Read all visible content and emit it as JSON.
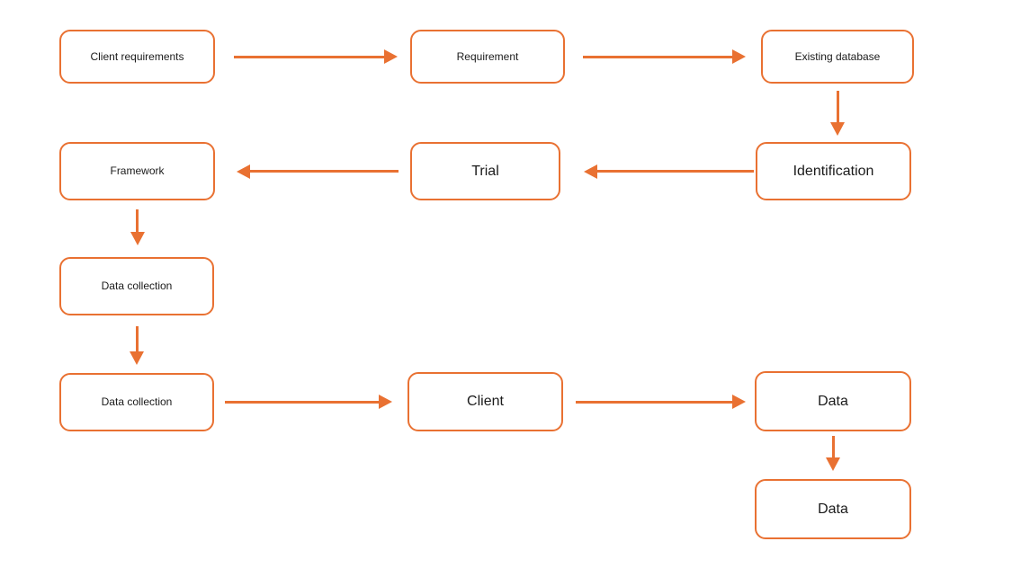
{
  "diagram": {
    "type": "flowchart",
    "background_color": "#ffffff",
    "accent_color": "#E97132",
    "text_color": "#1b1b1b",
    "nodes": [
      {
        "id": "client-requirements",
        "label": "Client requirements"
      },
      {
        "id": "requirement",
        "label": "Requirement"
      },
      {
        "id": "existing-database",
        "label": "Existing database"
      },
      {
        "id": "framework",
        "label": "Framework"
      },
      {
        "id": "trial",
        "label": "Trial"
      },
      {
        "id": "identification",
        "label": "Identification"
      },
      {
        "id": "data-collection-1",
        "label": "Data collection"
      },
      {
        "id": "data-collection-2",
        "label": "Data collection"
      },
      {
        "id": "client",
        "label": "Client"
      },
      {
        "id": "data-1",
        "label": "Data"
      },
      {
        "id": "data-2",
        "label": "Data"
      }
    ],
    "edges": [
      {
        "from": "client-requirements",
        "to": "requirement",
        "direction": "right"
      },
      {
        "from": "requirement",
        "to": "existing-database",
        "direction": "right"
      },
      {
        "from": "existing-database",
        "to": "identification",
        "direction": "down"
      },
      {
        "from": "identification",
        "to": "trial",
        "direction": "left"
      },
      {
        "from": "trial",
        "to": "framework",
        "direction": "left"
      },
      {
        "from": "framework",
        "to": "data-collection-1",
        "direction": "down"
      },
      {
        "from": "data-collection-1",
        "to": "data-collection-2",
        "direction": "down"
      },
      {
        "from": "data-collection-2",
        "to": "client",
        "direction": "right"
      },
      {
        "from": "client",
        "to": "data-1",
        "direction": "right"
      },
      {
        "from": "data-1",
        "to": "data-2",
        "direction": "down"
      }
    ]
  }
}
